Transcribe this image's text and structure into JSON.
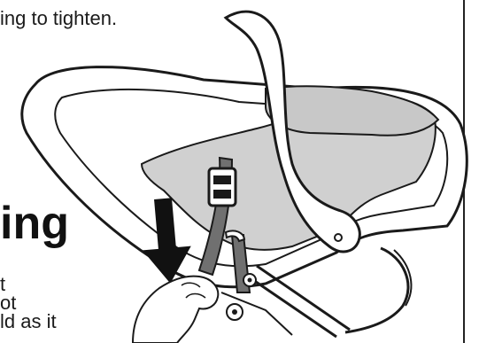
{
  "top_text": "ing to tighten.",
  "heading": "ing",
  "body_lines": [
    "t",
    "ot",
    "ld as it"
  ],
  "icons": {
    "illustration": "car-seat-illustration",
    "arrow": "down-arrow-icon",
    "buckle": "strap-buckle-icon",
    "hand": "hand-icon"
  },
  "colors": {
    "text": "#1a1a1a",
    "strap": "#707070",
    "seat_fill": "#d0d0d0",
    "arrow": "#111111"
  }
}
